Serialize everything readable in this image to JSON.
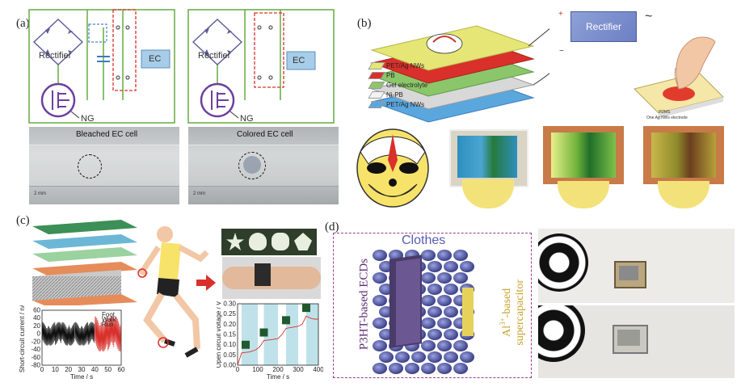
{
  "panels": {
    "a": {
      "label": "(a)",
      "left_circuit": {
        "rectifier": "Rectifier",
        "ec": "EC",
        "ng": "NG"
      },
      "right_circuit": {
        "rectifier": "Rectifier",
        "ec": "EC",
        "ng": "NG"
      },
      "photo_left": {
        "caption": "Bleached EC cell",
        "scale": "2 mm"
      },
      "photo_right": {
        "caption": "Colored EC cell",
        "scale": "2 mm"
      }
    },
    "b": {
      "label": "(b)",
      "legend": [
        "PET/Ag NWs",
        "PB",
        "Gel electrolyte",
        "Ni-PB",
        "PET/Ag NWs"
      ],
      "legend_colors": [
        "#e6e676",
        "#d9302b",
        "#8cc66a",
        "#f2f2f2",
        "#5aa7de"
      ],
      "rectifier": "Rectifier",
      "plus": "+",
      "minus": "−",
      "ac_symbol": "~",
      "pad_label_1": "PDMS",
      "pad_label_2": "One Ag NWs electrode"
    },
    "c": {
      "label": "(c)",
      "chart_current": {
        "ylabel": "Short-circuit current / nA",
        "xlabel": "Time / s",
        "yticks": [
          "60",
          "40",
          "20",
          "0",
          "-20",
          "-40",
          "-60",
          "-80"
        ],
        "xticks": [
          "0",
          "10",
          "20",
          "30",
          "40",
          "50",
          "60"
        ],
        "legend": [
          "Foot",
          "Walk",
          "Run"
        ]
      },
      "chart_voltage": {
        "ylabel": "Open circuit voltage / V",
        "xlabel": "Time / s",
        "yticks": [
          "0.30",
          "0.25",
          "0.20",
          "0.15",
          "0.10",
          "0.05",
          "0.00"
        ],
        "xticks": [
          "0",
          "100",
          "200",
          "300",
          "400"
        ]
      }
    },
    "d": {
      "label": "(d)",
      "clothes": "Clothes",
      "left_text": "P3HT-based ECDs",
      "right_text_1": "Al",
      "right_text_sup": "3+",
      "right_text_2": "-based",
      "right_text_3": "supercapacitor"
    }
  },
  "chart_data": [
    {
      "type": "line",
      "xlabel": "Time / s",
      "ylabel": "Short-circuit current / nA",
      "xlim": [
        0,
        60
      ],
      "ylim": [
        -80,
        60
      ],
      "series": [
        {
          "name": "Foot",
          "x": [
            0,
            5,
            10,
            15,
            20,
            25
          ],
          "y": [
            0,
            25,
            -30,
            20,
            -25,
            15
          ]
        },
        {
          "name": "Walk",
          "x": [
            25,
            30,
            35,
            40
          ],
          "y": [
            20,
            -25,
            30,
            -20
          ]
        },
        {
          "name": "Run",
          "x": [
            40,
            45,
            50,
            55,
            60
          ],
          "y": [
            35,
            -45,
            40,
            -50,
            30
          ]
        }
      ]
    },
    {
      "type": "line",
      "xlabel": "Time / s",
      "ylabel": "Open circuit voltage / V",
      "xlim": [
        0,
        400
      ],
      "ylim": [
        0,
        0.3
      ],
      "series": [
        {
          "x": [
            0,
            20,
            60,
            90,
            110,
            130,
            170,
            200,
            220,
            240,
            270,
            300,
            320,
            340,
            360,
            380,
            400
          ],
          "y": [
            0.0,
            0.06,
            0.065,
            0.075,
            0.09,
            0.12,
            0.125,
            0.13,
            0.15,
            0.18,
            0.185,
            0.19,
            0.2,
            0.24,
            0.23,
            0.225,
            0.225
          ]
        }
      ]
    }
  ]
}
